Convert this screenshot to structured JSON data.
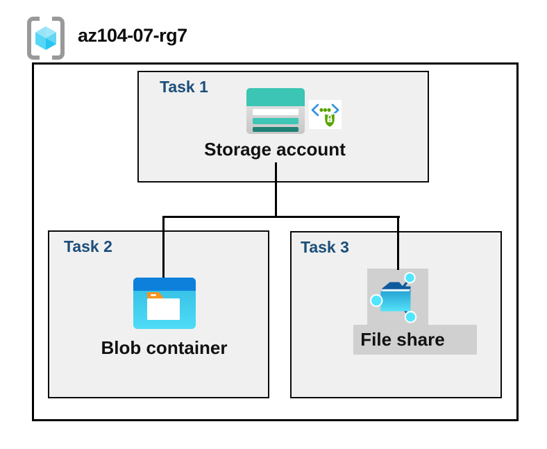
{
  "header": {
    "resource_group_name": "az104-07-rg7",
    "icon": "resource-group"
  },
  "tasks": [
    {
      "label": "Task 1",
      "caption": "Storage account",
      "icons": [
        "storage-account",
        "secure-access"
      ]
    },
    {
      "label": "Task 2",
      "caption": "Blob container",
      "icons": [
        "blob-container"
      ]
    },
    {
      "label": "Task 3",
      "caption": "File share",
      "icons": [
        "file-share"
      ]
    }
  ],
  "connections": [
    {
      "from": "storage-account",
      "to": "blob-container"
    },
    {
      "from": "storage-account",
      "to": "file-share"
    }
  ],
  "colors": {
    "task_label_navy": "#1b4e79",
    "box_fill_gray": "#f0f0f0",
    "icon_backdrop_gray": "#d0d0d0",
    "border_black": "#000000",
    "storage_teal": "#3cc5b4",
    "storage_teal_dark": "#1f8174",
    "blob_bar_blue": "#0d80dc",
    "blob_body_cyan": "#45d1f0",
    "folder_tab_orange": "#f7941e",
    "fileshare_flap_blue": "#0f5a9d",
    "fileshare_node_cyan": "#50e6ff",
    "secure_bracket_blue": "#2e91e4",
    "secure_shield_green": "#58a604",
    "cube_light": "#97e3f8",
    "cube_mid": "#55d7f5",
    "cube_dark": "#29c5ef",
    "bracket_gray": "#999999"
  }
}
